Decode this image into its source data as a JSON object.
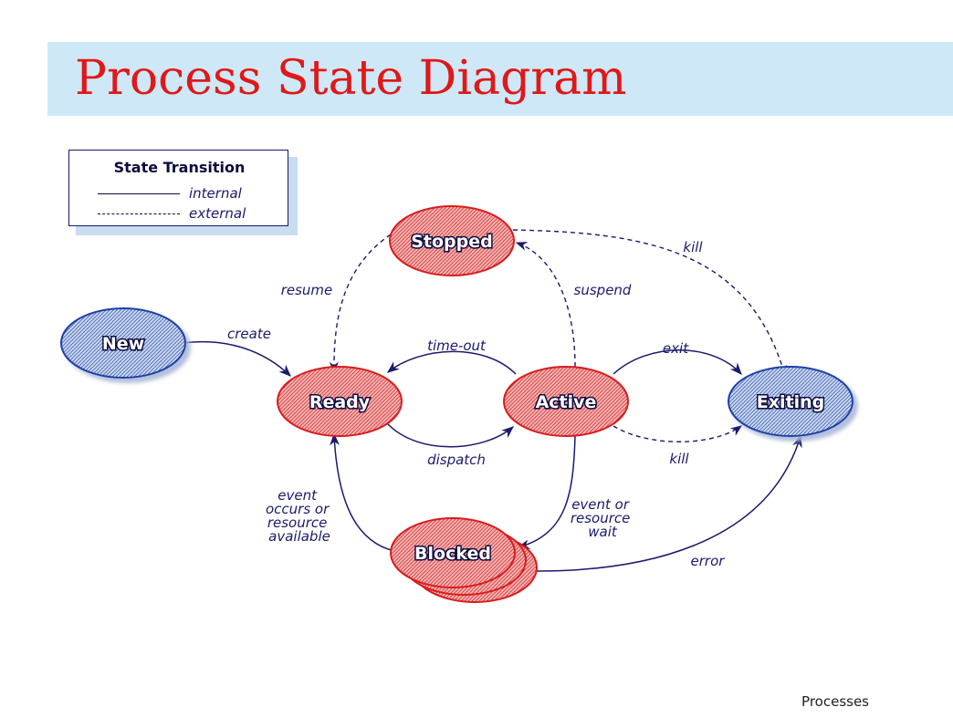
{
  "title": "Process State Diagram",
  "legend": {
    "title": "State Transition",
    "internal": "internal",
    "external": "external"
  },
  "states": {
    "new": "New",
    "ready": "Ready",
    "active": "Active",
    "exiting": "Exiting",
    "stopped": "Stopped",
    "blocked": "Blocked"
  },
  "transitions": {
    "create": "create",
    "timeout": "time-out",
    "dispatch": "dispatch",
    "exit": "exit",
    "kill_active": "kill",
    "kill_stopped": "kill",
    "suspend": "suspend",
    "resume": "resume",
    "event_wait": [
      "event or",
      "resource",
      "wait"
    ],
    "event_occurs": [
      "event",
      "occurs or",
      "resource",
      "available"
    ],
    "error": "error"
  },
  "colors": {
    "title": "#e01818",
    "band": "#cfe8f8",
    "red_state": "#f2a3a3",
    "red_state_edge": "#d81c1c",
    "blue_state": "#b9cdea",
    "blue_state_edge": "#1f3fa6",
    "edge": "#1a1a6e"
  },
  "footer": "Processes"
}
